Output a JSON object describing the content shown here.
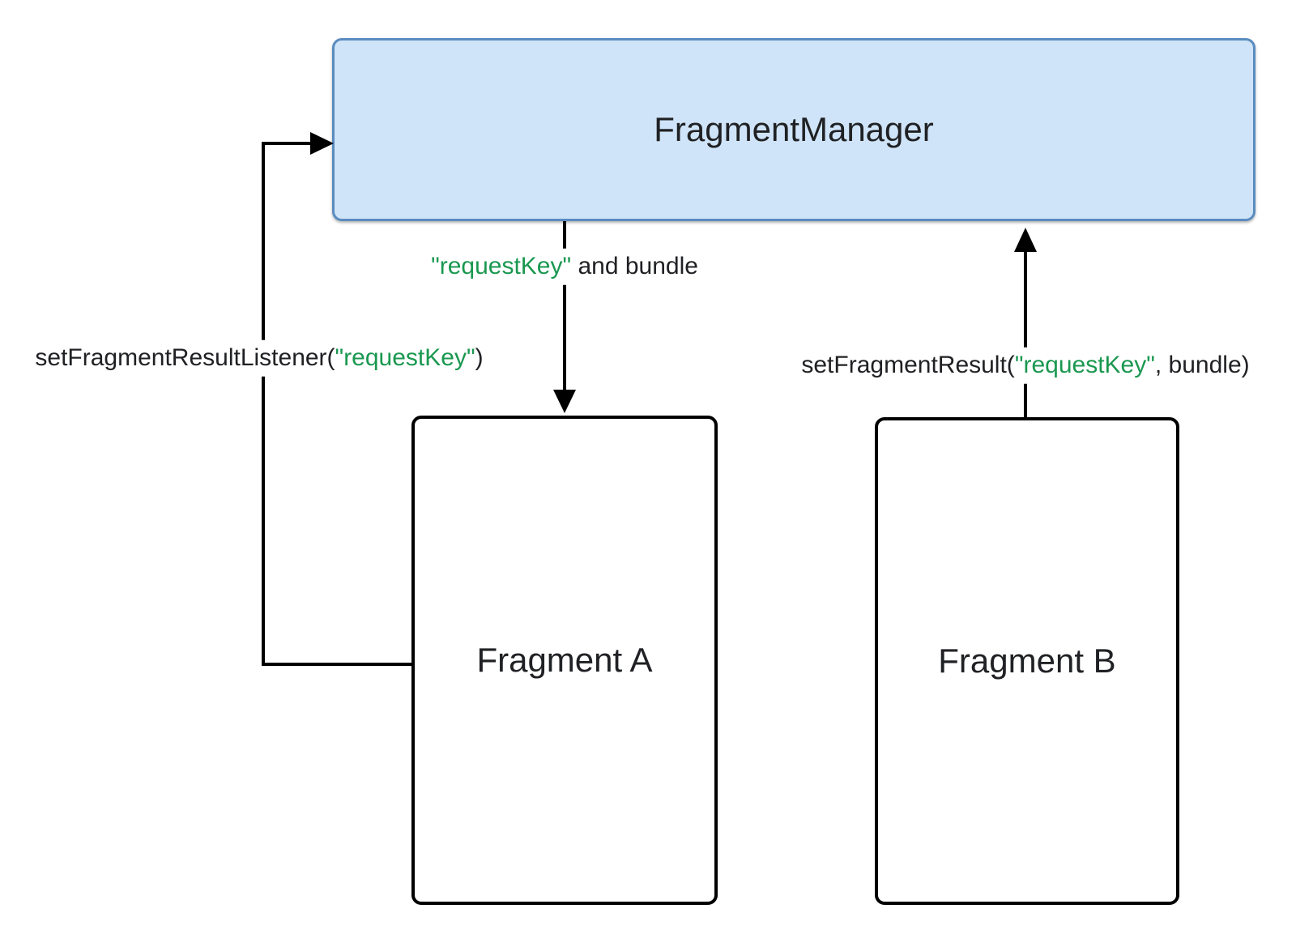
{
  "colors": {
    "manager_fill": "#cfe4f8",
    "manager_border": "#5b8cc0",
    "line": "#000000",
    "text": "#202124",
    "key_green": "#1a9850",
    "label_bg": "#ffffff"
  },
  "nodes": {
    "manager": {
      "label": "FragmentManager"
    },
    "fragment_a": {
      "label": "Fragment A"
    },
    "fragment_b": {
      "label": "Fragment B"
    }
  },
  "edges": {
    "listener": {
      "pre": "setFragmentResultListener(",
      "key": "\"requestKey\"",
      "post": ")"
    },
    "deliver": {
      "key": "\"requestKey\"",
      "post": " and bundle"
    },
    "result": {
      "pre": "setFragmentResult(",
      "key": "\"requestKey\"",
      "post": ", bundle)"
    }
  }
}
